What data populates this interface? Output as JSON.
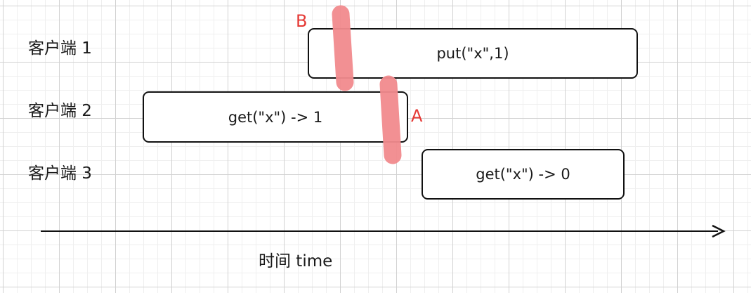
{
  "clients": [
    {
      "label": "客户端 1"
    },
    {
      "label": "客户端 2"
    },
    {
      "label": "客户端 3"
    }
  ],
  "operations": [
    {
      "client": "客户端 1",
      "text": "put(\"x\",1)"
    },
    {
      "client": "客户端 2",
      "text": "get(\"x\") -> 1"
    },
    {
      "client": "客户端 3",
      "text": "get(\"x\") -> 0"
    }
  ],
  "markers": [
    {
      "label": "B"
    },
    {
      "label": "A"
    }
  ],
  "axis": {
    "label": "时间 time"
  },
  "colors": {
    "marker_fill": "#f28b8e",
    "marker_text": "#e53935",
    "box_border": "#111111",
    "axis": "#111111",
    "grid": "#d2d2d2"
  }
}
